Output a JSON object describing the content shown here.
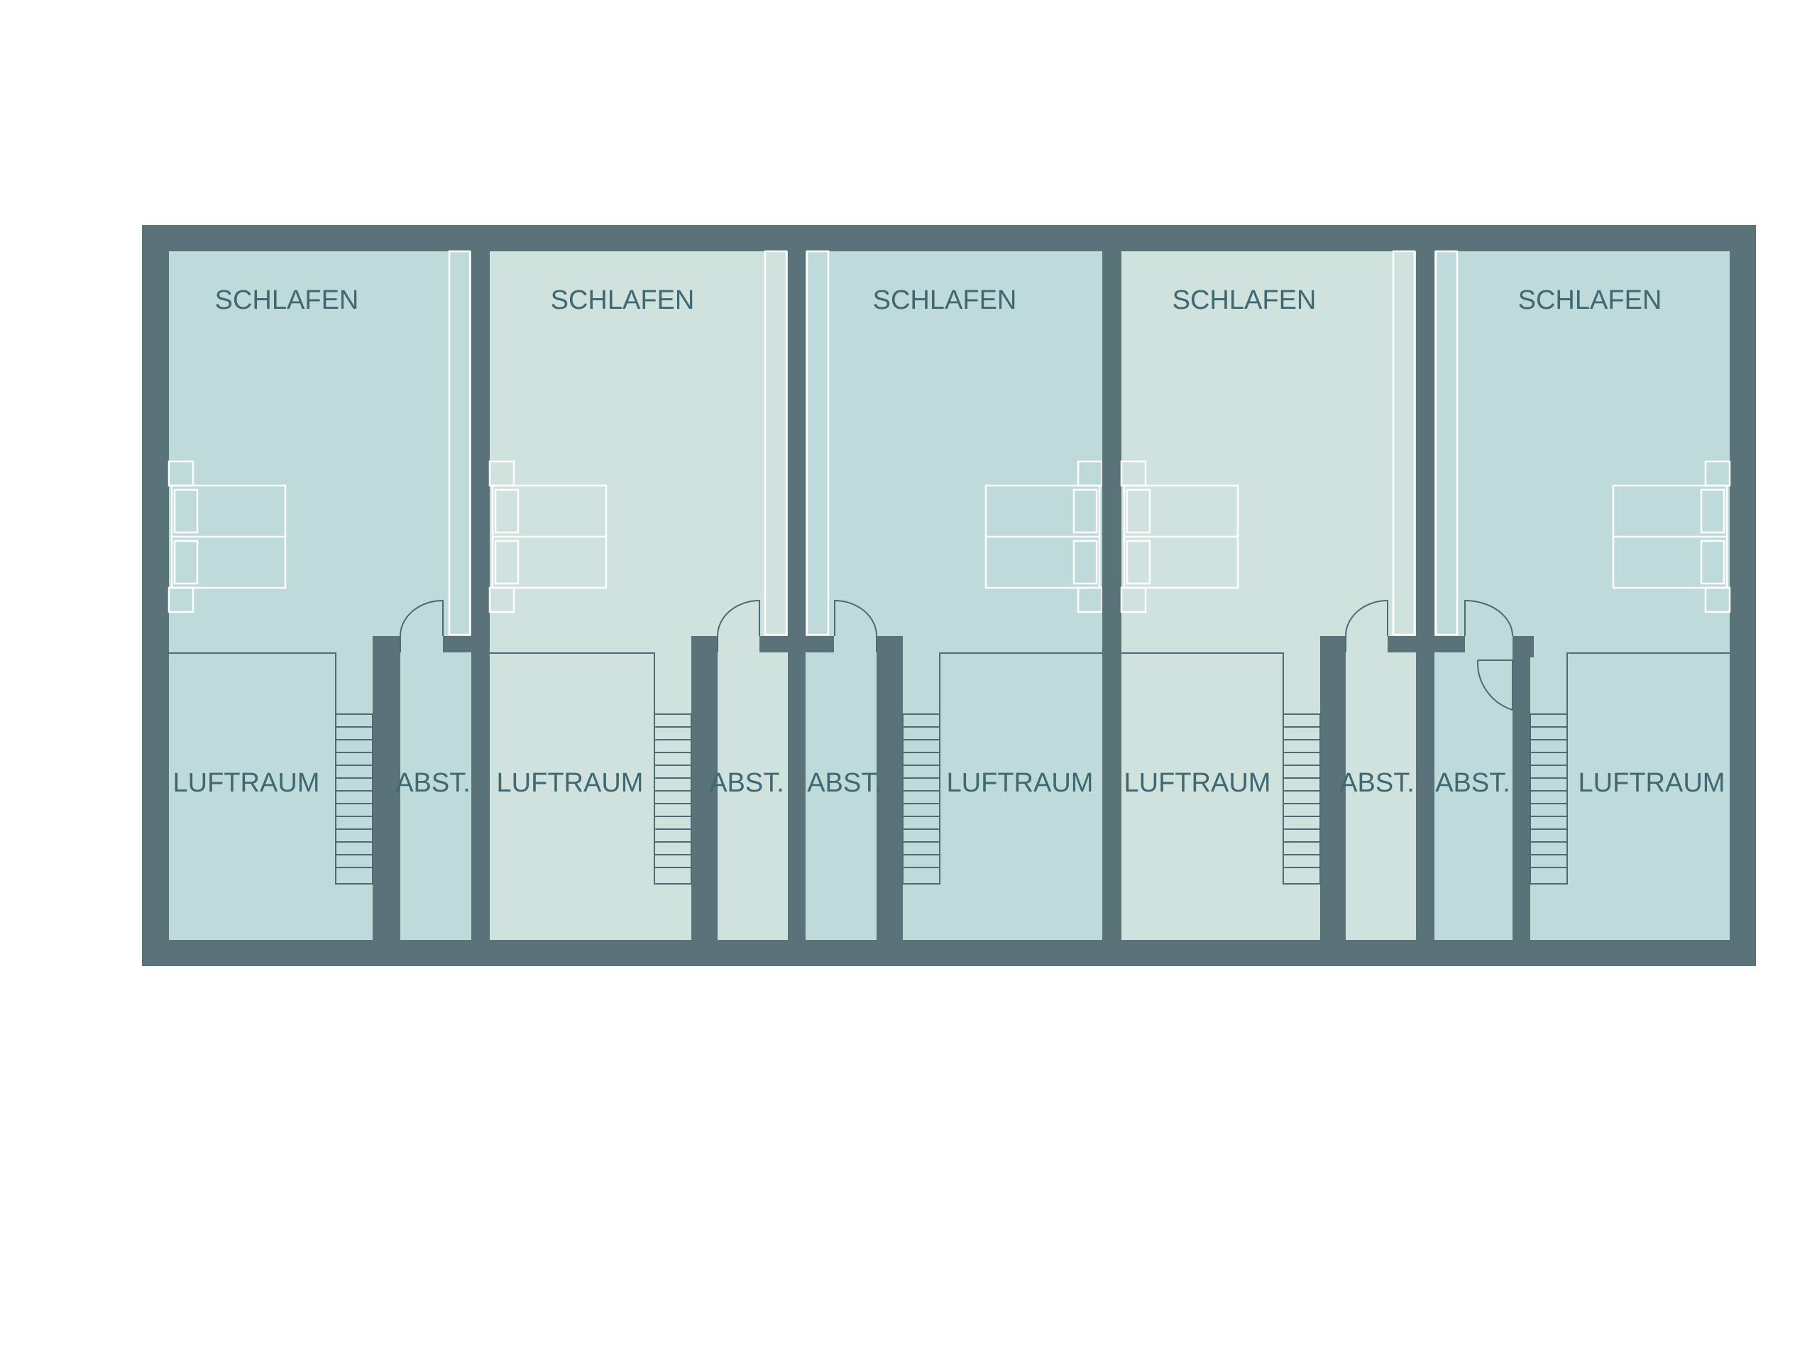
{
  "colors": {
    "wall": "#5a7378",
    "room_blue": "#bfdadb",
    "room_green": "#cfe2dd",
    "furniture_line": "#ffffff",
    "label_text": "#3f6870",
    "background": "#ffffff"
  },
  "units": [
    {
      "mirrored": false,
      "fill": "room_blue",
      "labels": {
        "bedroom": "SCHLAFEN",
        "void": "LUFTRAUM",
        "storage": "ABST."
      }
    },
    {
      "mirrored": false,
      "fill": "room_green",
      "labels": {
        "bedroom": "SCHLAFEN",
        "void": "LUFTRAUM",
        "storage": "ABST."
      }
    },
    {
      "mirrored": true,
      "fill": "room_blue",
      "labels": {
        "bedroom": "SCHLAFEN",
        "void": "LUFTRAUM",
        "storage": "ABST."
      }
    },
    {
      "mirrored": false,
      "fill": "room_green",
      "labels": {
        "bedroom": "SCHLAFEN",
        "void": "LUFTRAUM",
        "storage": "ABST."
      }
    },
    {
      "mirrored": true,
      "fill": "room_blue",
      "labels": {
        "bedroom": "SCHLAFEN",
        "void": "LUFTRAUM",
        "storage": "ABST."
      }
    }
  ]
}
